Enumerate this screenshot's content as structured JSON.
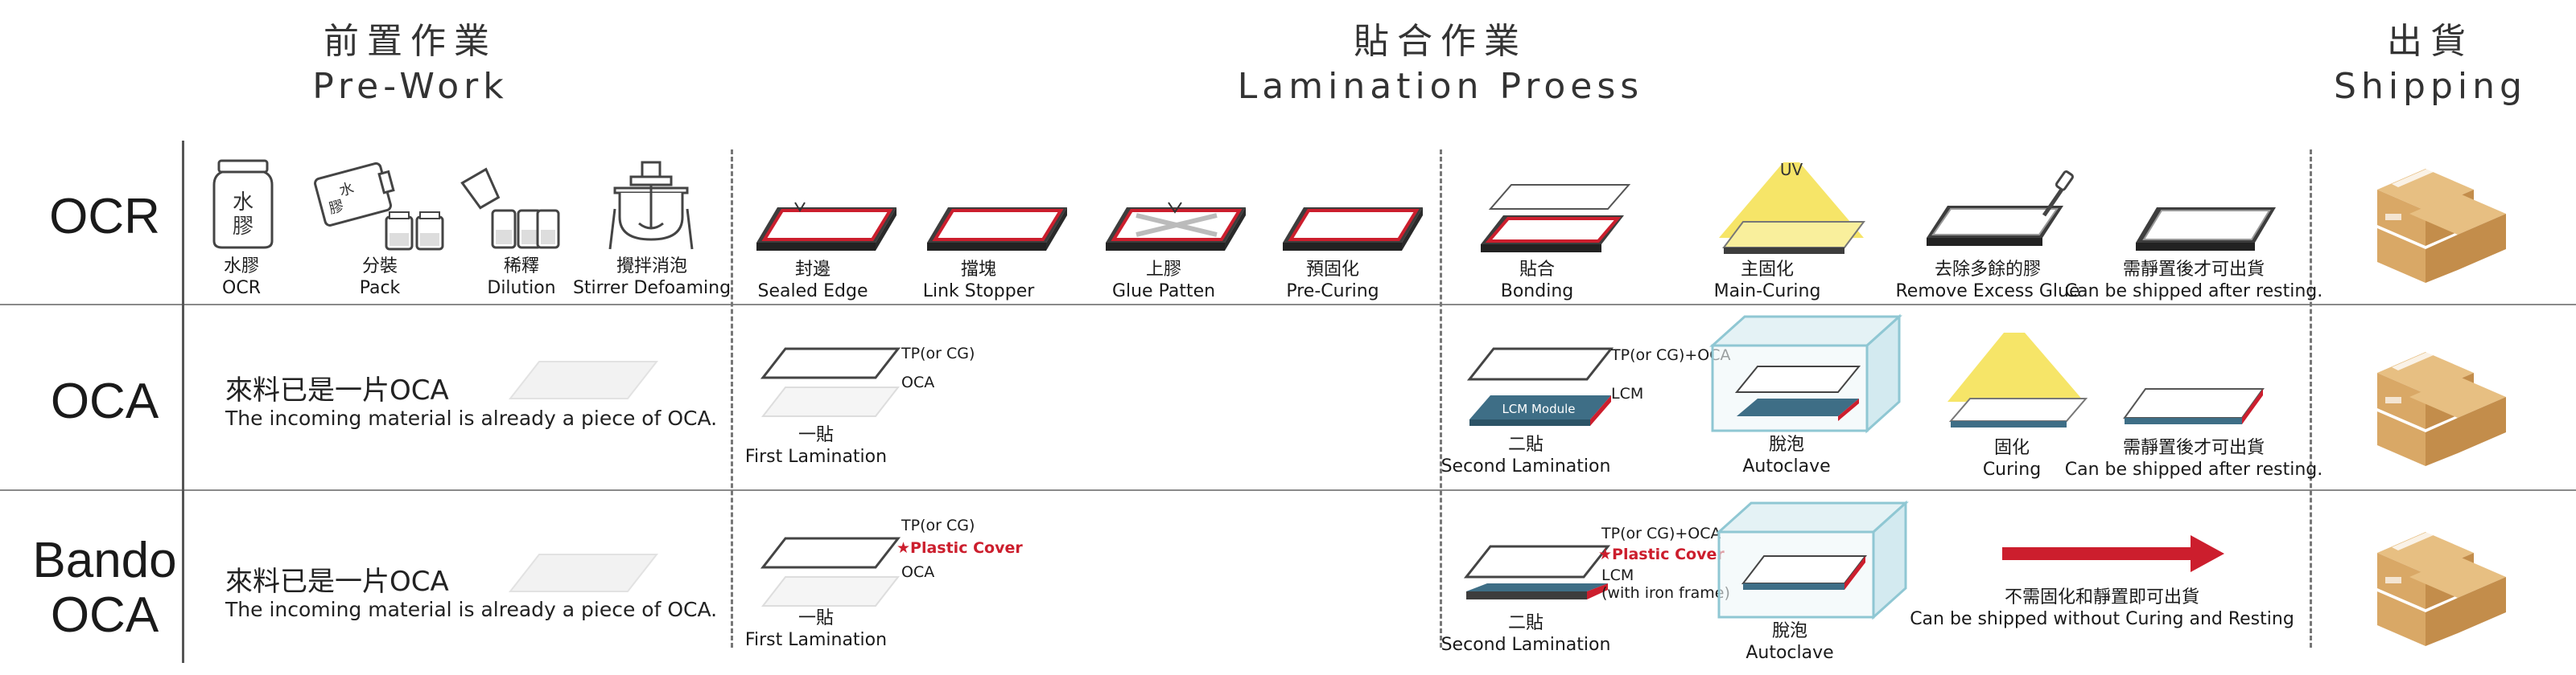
{
  "headers": {
    "prework": {
      "zh": "前置作業",
      "en": "Pre-Work"
    },
    "lamination": {
      "zh": "貼合作業",
      "en": "Lamination Proess"
    },
    "shipping": {
      "zh": "出貨",
      "en": "Shipping"
    }
  },
  "rows": {
    "ocr": {
      "label": "OCR"
    },
    "oca": {
      "label": "OCA"
    },
    "bando": {
      "label_line1": "Bando",
      "label_line2": "OCA"
    }
  },
  "ocr_prework": [
    {
      "zh": "水膠",
      "en": "OCR"
    },
    {
      "zh": "分裝",
      "en": "Pack"
    },
    {
      "zh": "稀釋",
      "en": "Dilution"
    },
    {
      "zh": "攪拌消泡",
      "en": "Stirrer Defoaming"
    }
  ],
  "ocr_icon_text": {
    "bottle": "水膠",
    "bag": "水膠"
  },
  "ocr_lam1": [
    {
      "zh": "封邊",
      "en": "Sealed Edge"
    },
    {
      "zh": "擋塊",
      "en": "Link Stopper"
    },
    {
      "zh": "上膠",
      "en": "Glue Patten"
    },
    {
      "zh": "預固化",
      "en": "Pre-Curing"
    }
  ],
  "ocr_lam2": [
    {
      "zh": "貼合",
      "en": "Bonding"
    },
    {
      "zh": "主固化",
      "en": "Main-Curing"
    },
    {
      "zh": "去除多餘的膠",
      "en": "Remove Excess Glue"
    },
    {
      "zh": "需靜置後才可出貨",
      "en": "Can be shipped after resting."
    }
  ],
  "uv_label": "UV",
  "incoming": {
    "zh": "來料已是一片OCA",
    "en": "The incoming material is already a piece of OCA."
  },
  "oca_row": {
    "first": {
      "zh": "一貼",
      "en": "First Lamination",
      "top": "TP(or CG)",
      "bottom": "OCA"
    },
    "second": {
      "zh": "二貼",
      "en": "Second Lamination",
      "top": "TP(or CG)+OCA",
      "bottom": "LCM",
      "module": "LCM Module"
    },
    "autoclave": {
      "zh": "脫泡",
      "en": "Autoclave"
    },
    "curing": {
      "zh": "固化",
      "en": "Curing"
    },
    "ship": {
      "zh": "需靜置後才可出貨",
      "en": "Can be shipped after resting."
    }
  },
  "bando_row": {
    "first": {
      "zh": "一貼",
      "en": "First Lamination",
      "top": "TP(or CG)",
      "middle": "★Plastic Cover",
      "bottom": "OCA"
    },
    "second": {
      "zh": "二貼",
      "en": "Second Lamination",
      "top": "TP(or CG)+OCA",
      "middle": "★Plastic Cover",
      "bottom": "LCM",
      "bottom2": "(with iron frame)"
    },
    "autoclave": {
      "zh": "脫泡",
      "en": "Autoclave"
    },
    "ship": {
      "zh": "不需固化和靜置即可出貨",
      "en": "Can be shipped without Curing and Resting"
    }
  },
  "colors": {
    "red": "#cc1e2d",
    "box": "#d9a866",
    "panel_dark": "#3d3d3d",
    "lcm_blue": "#3e6e86",
    "uv_yellow": "#f4e04d",
    "autoclave": "#8fc7d3"
  }
}
